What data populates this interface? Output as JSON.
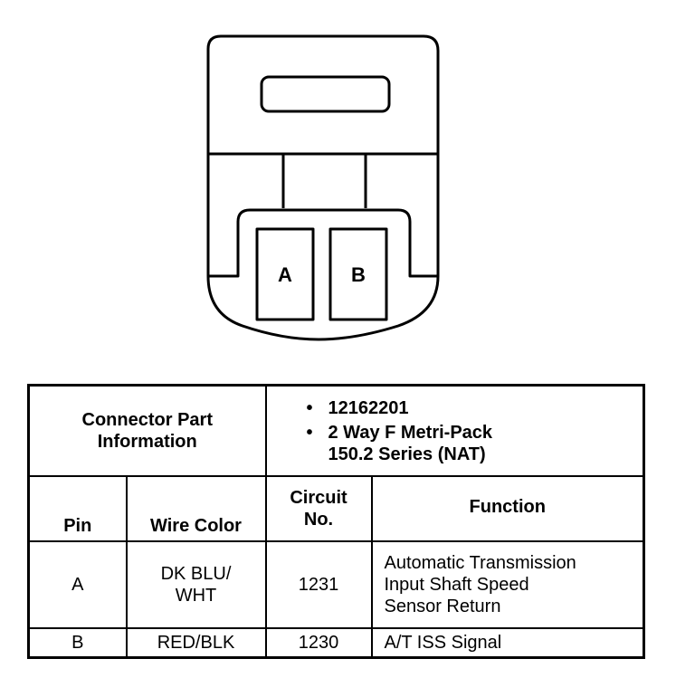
{
  "connector": {
    "cavities": [
      {
        "label": "A"
      },
      {
        "label": "B"
      }
    ]
  },
  "table": {
    "part_info_label": [
      "Connector Part",
      "Information"
    ],
    "part_info_items": [
      "12162201",
      "2 Way F Metri-Pack 150.2 Series (NAT)"
    ],
    "part_info_item_lines": [
      [
        "12162201"
      ],
      [
        "2 Way F Metri-Pack",
        "150.2 Series (NAT)"
      ]
    ],
    "columns": {
      "pin": "Pin",
      "wire_color": "Wire Color",
      "circuit_no": [
        "Circuit",
        "No."
      ],
      "function": "Function"
    },
    "rows": [
      {
        "pin": "A",
        "wire_color": [
          "DK BLU/",
          "WHT"
        ],
        "circuit": "1231",
        "function": [
          "Automatic Transmission",
          "Input Shaft Speed",
          "Sensor Return"
        ]
      },
      {
        "pin": "B",
        "wire_color": [
          "RED/BLK"
        ],
        "circuit": "1230",
        "function": [
          "A/T ISS Signal"
        ]
      }
    ]
  }
}
